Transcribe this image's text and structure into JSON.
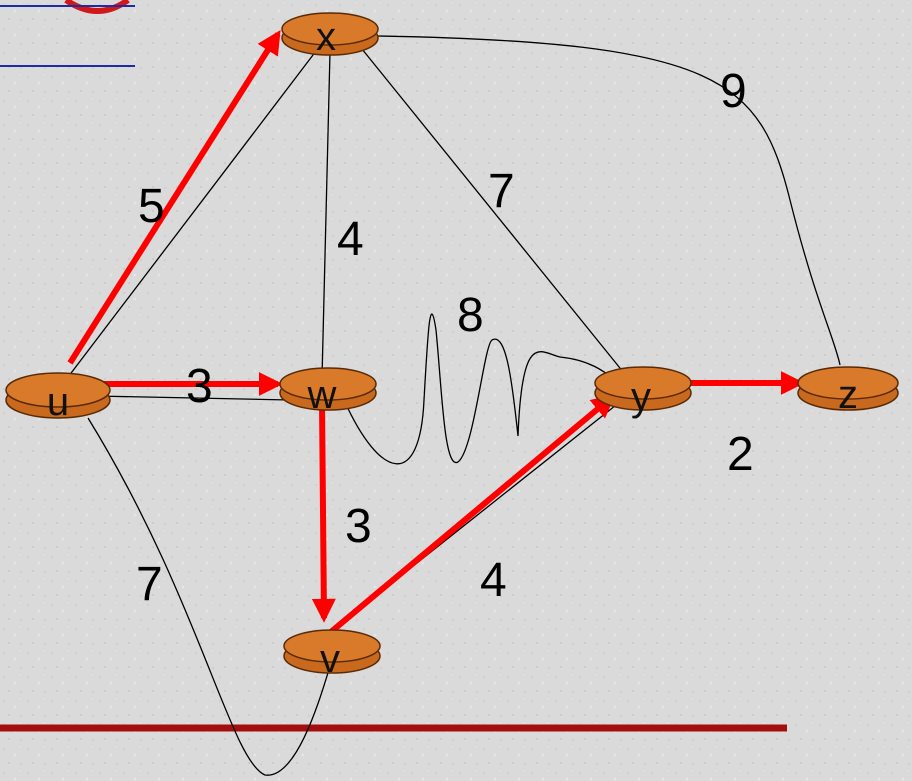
{
  "colors": {
    "router_fill": "#c8691e",
    "router_top": "#d97a2a",
    "router_stroke": "#5a2a06",
    "tree_edge": "#ff0000",
    "plain_edge": "#000000",
    "accent_blue": "#1f2aa8",
    "accent_red": "#b01010",
    "bottom_rule": "#a40e0e"
  },
  "nodes": {
    "u": "u",
    "x": "x",
    "w": "w",
    "v": "v",
    "y": "y",
    "z": "z"
  },
  "edges": {
    "u_x": "5",
    "u_w": "3",
    "u_v": "7",
    "x_w": "4",
    "x_y": "7",
    "x_z": "9",
    "w_y": "8",
    "w_v": "3",
    "v_y": "4",
    "y_z": "2"
  }
}
